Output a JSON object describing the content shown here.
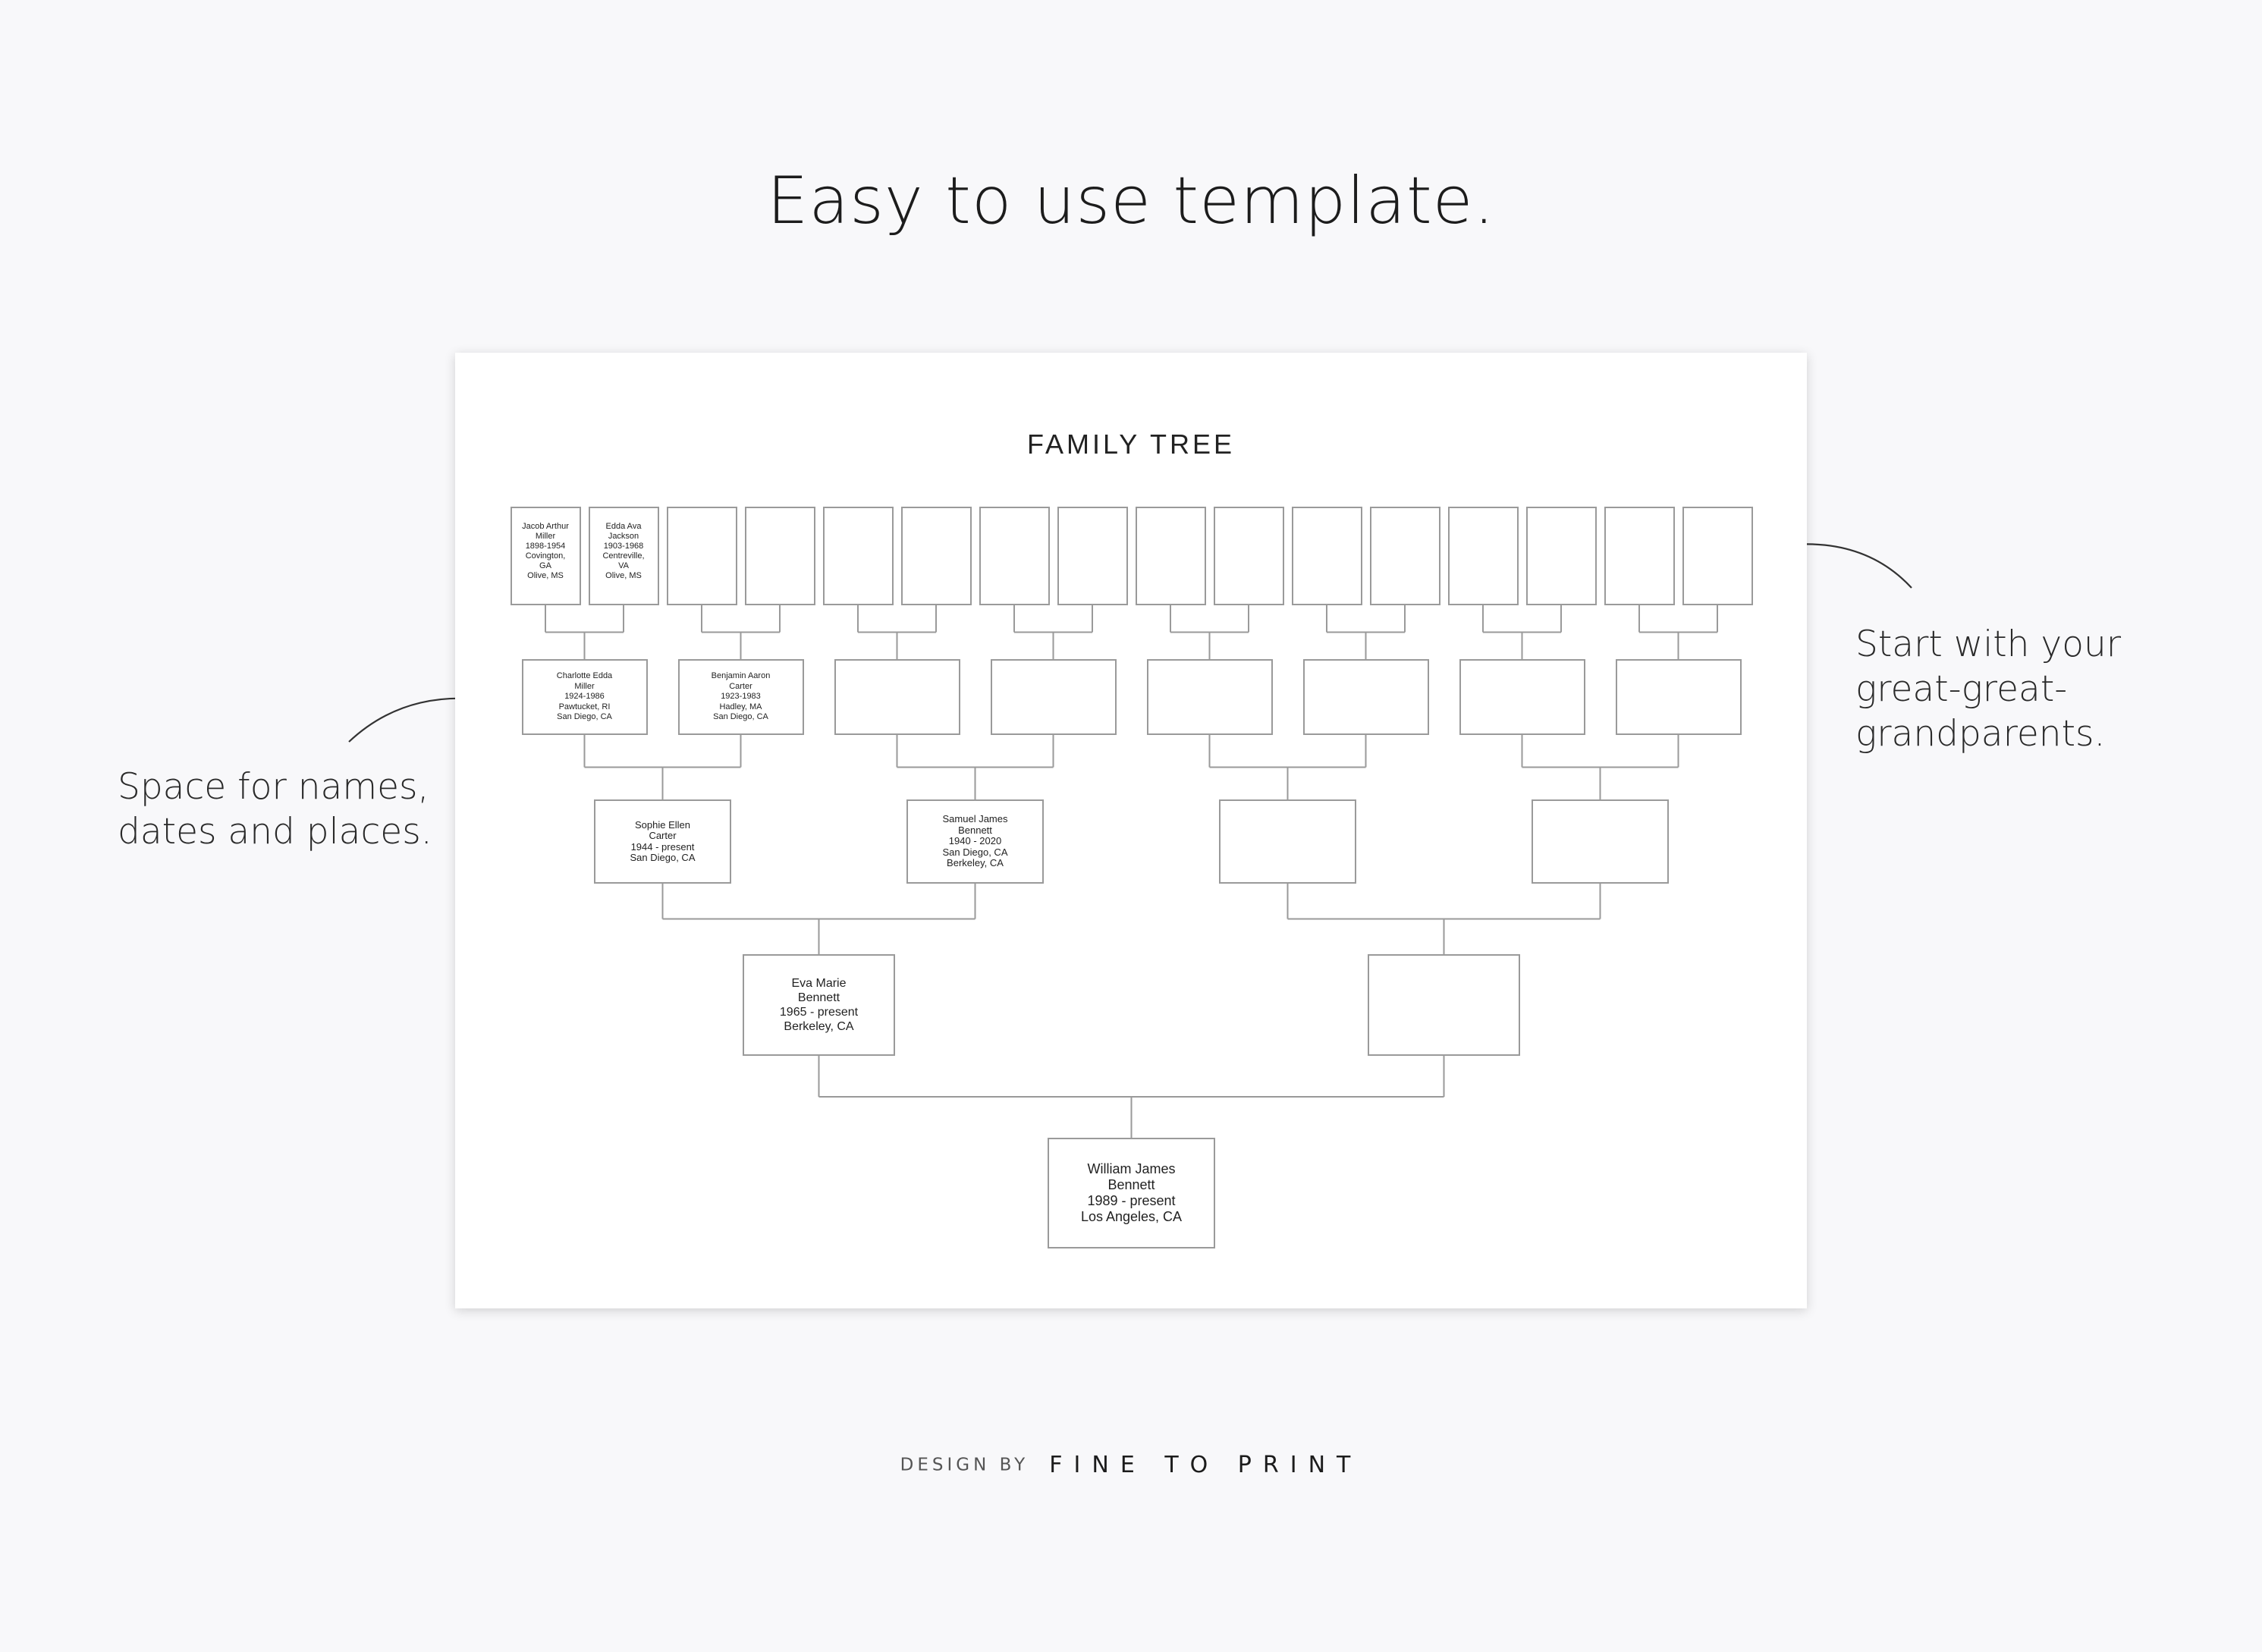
{
  "headline": "Easy to use template.",
  "annotations": {
    "left": [
      "Space for names,",
      "dates and places."
    ],
    "right": [
      "Start with your",
      "great-great-",
      "grandparents."
    ]
  },
  "template": {
    "title": "FAMILY TREE",
    "great_great_grandparents": [
      {
        "text": "Jacob Arthur\nMiller\n1898-1954\nCovington,\nGA\nOlive, MS"
      },
      {
        "text": "Edda Ava\nJackson\n1903-1968\nCentreville,\nVA\nOlive, MS"
      },
      {
        "text": ""
      },
      {
        "text": ""
      },
      {
        "text": ""
      },
      {
        "text": ""
      },
      {
        "text": ""
      },
      {
        "text": ""
      },
      {
        "text": ""
      },
      {
        "text": ""
      },
      {
        "text": ""
      },
      {
        "text": ""
      },
      {
        "text": ""
      },
      {
        "text": ""
      },
      {
        "text": ""
      },
      {
        "text": ""
      }
    ],
    "great_grandparents": [
      {
        "text": "Charlotte Edda\nMiller\n1924-1986\nPawtucket, RI\nSan Diego, CA"
      },
      {
        "text": "Benjamin Aaron\nCarter\n1923-1983\nHadley, MA\nSan Diego, CA"
      },
      {
        "text": ""
      },
      {
        "text": ""
      },
      {
        "text": ""
      },
      {
        "text": ""
      },
      {
        "text": ""
      },
      {
        "text": ""
      }
    ],
    "grandparents": [
      {
        "text": "Sophie Ellen\nCarter\n1944 - present\nSan Diego, CA"
      },
      {
        "text": "Samuel James\nBennett\n1940 - 2020\nSan Diego, CA\nBerkeley, CA"
      },
      {
        "text": ""
      },
      {
        "text": ""
      }
    ],
    "parents": [
      {
        "text": "Eva Marie\nBennett\n1965 - present\nBerkeley, CA"
      },
      {
        "text": ""
      }
    ],
    "self": {
      "text": "William James\nBennett\n1989 - present\nLos Angeles, CA"
    }
  },
  "credit": {
    "prefix": "DESIGN BY",
    "brand": "FINE TO PRINT"
  }
}
